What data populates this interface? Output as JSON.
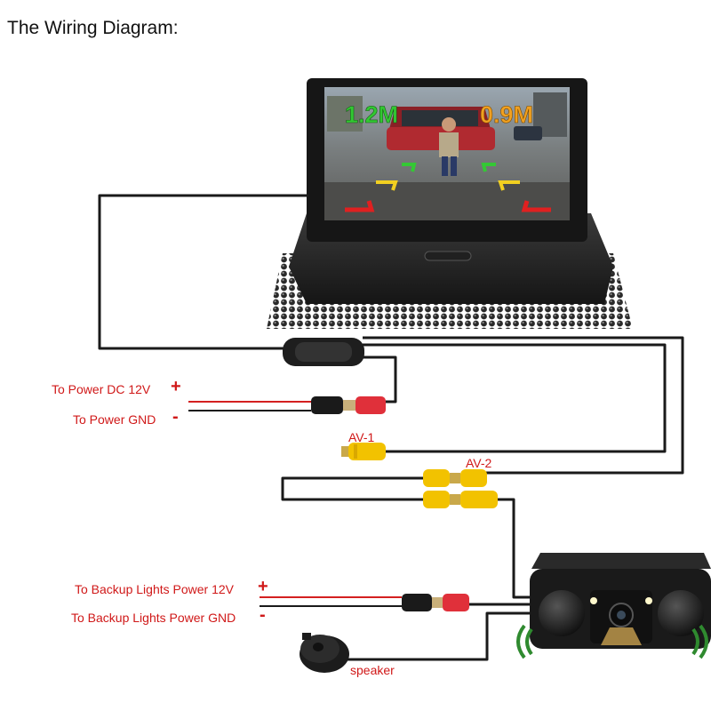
{
  "title": "The Wiring Diagram:",
  "monitor": {
    "distance_left": "1.2M",
    "distance_right": "0.9M"
  },
  "labels": {
    "power_dc": "To Power DC 12V",
    "power_gnd": "To Power GND",
    "av1": "AV-1",
    "av2": "AV-2",
    "backup_power": "To Backup Lights Power 12V",
    "backup_gnd": "To Backup Lights Power GND",
    "speaker": "speaker",
    "plus": "+",
    "minus": "-"
  },
  "colors": {
    "wire_black": "#1a1a1a",
    "wire_red": "#d42020",
    "label_red": "#d01818",
    "rca_yellow": "#f2c200",
    "distance_green": "#32c832",
    "distance_orange": "#f0a020",
    "radar_green": "#2f8a2f"
  }
}
